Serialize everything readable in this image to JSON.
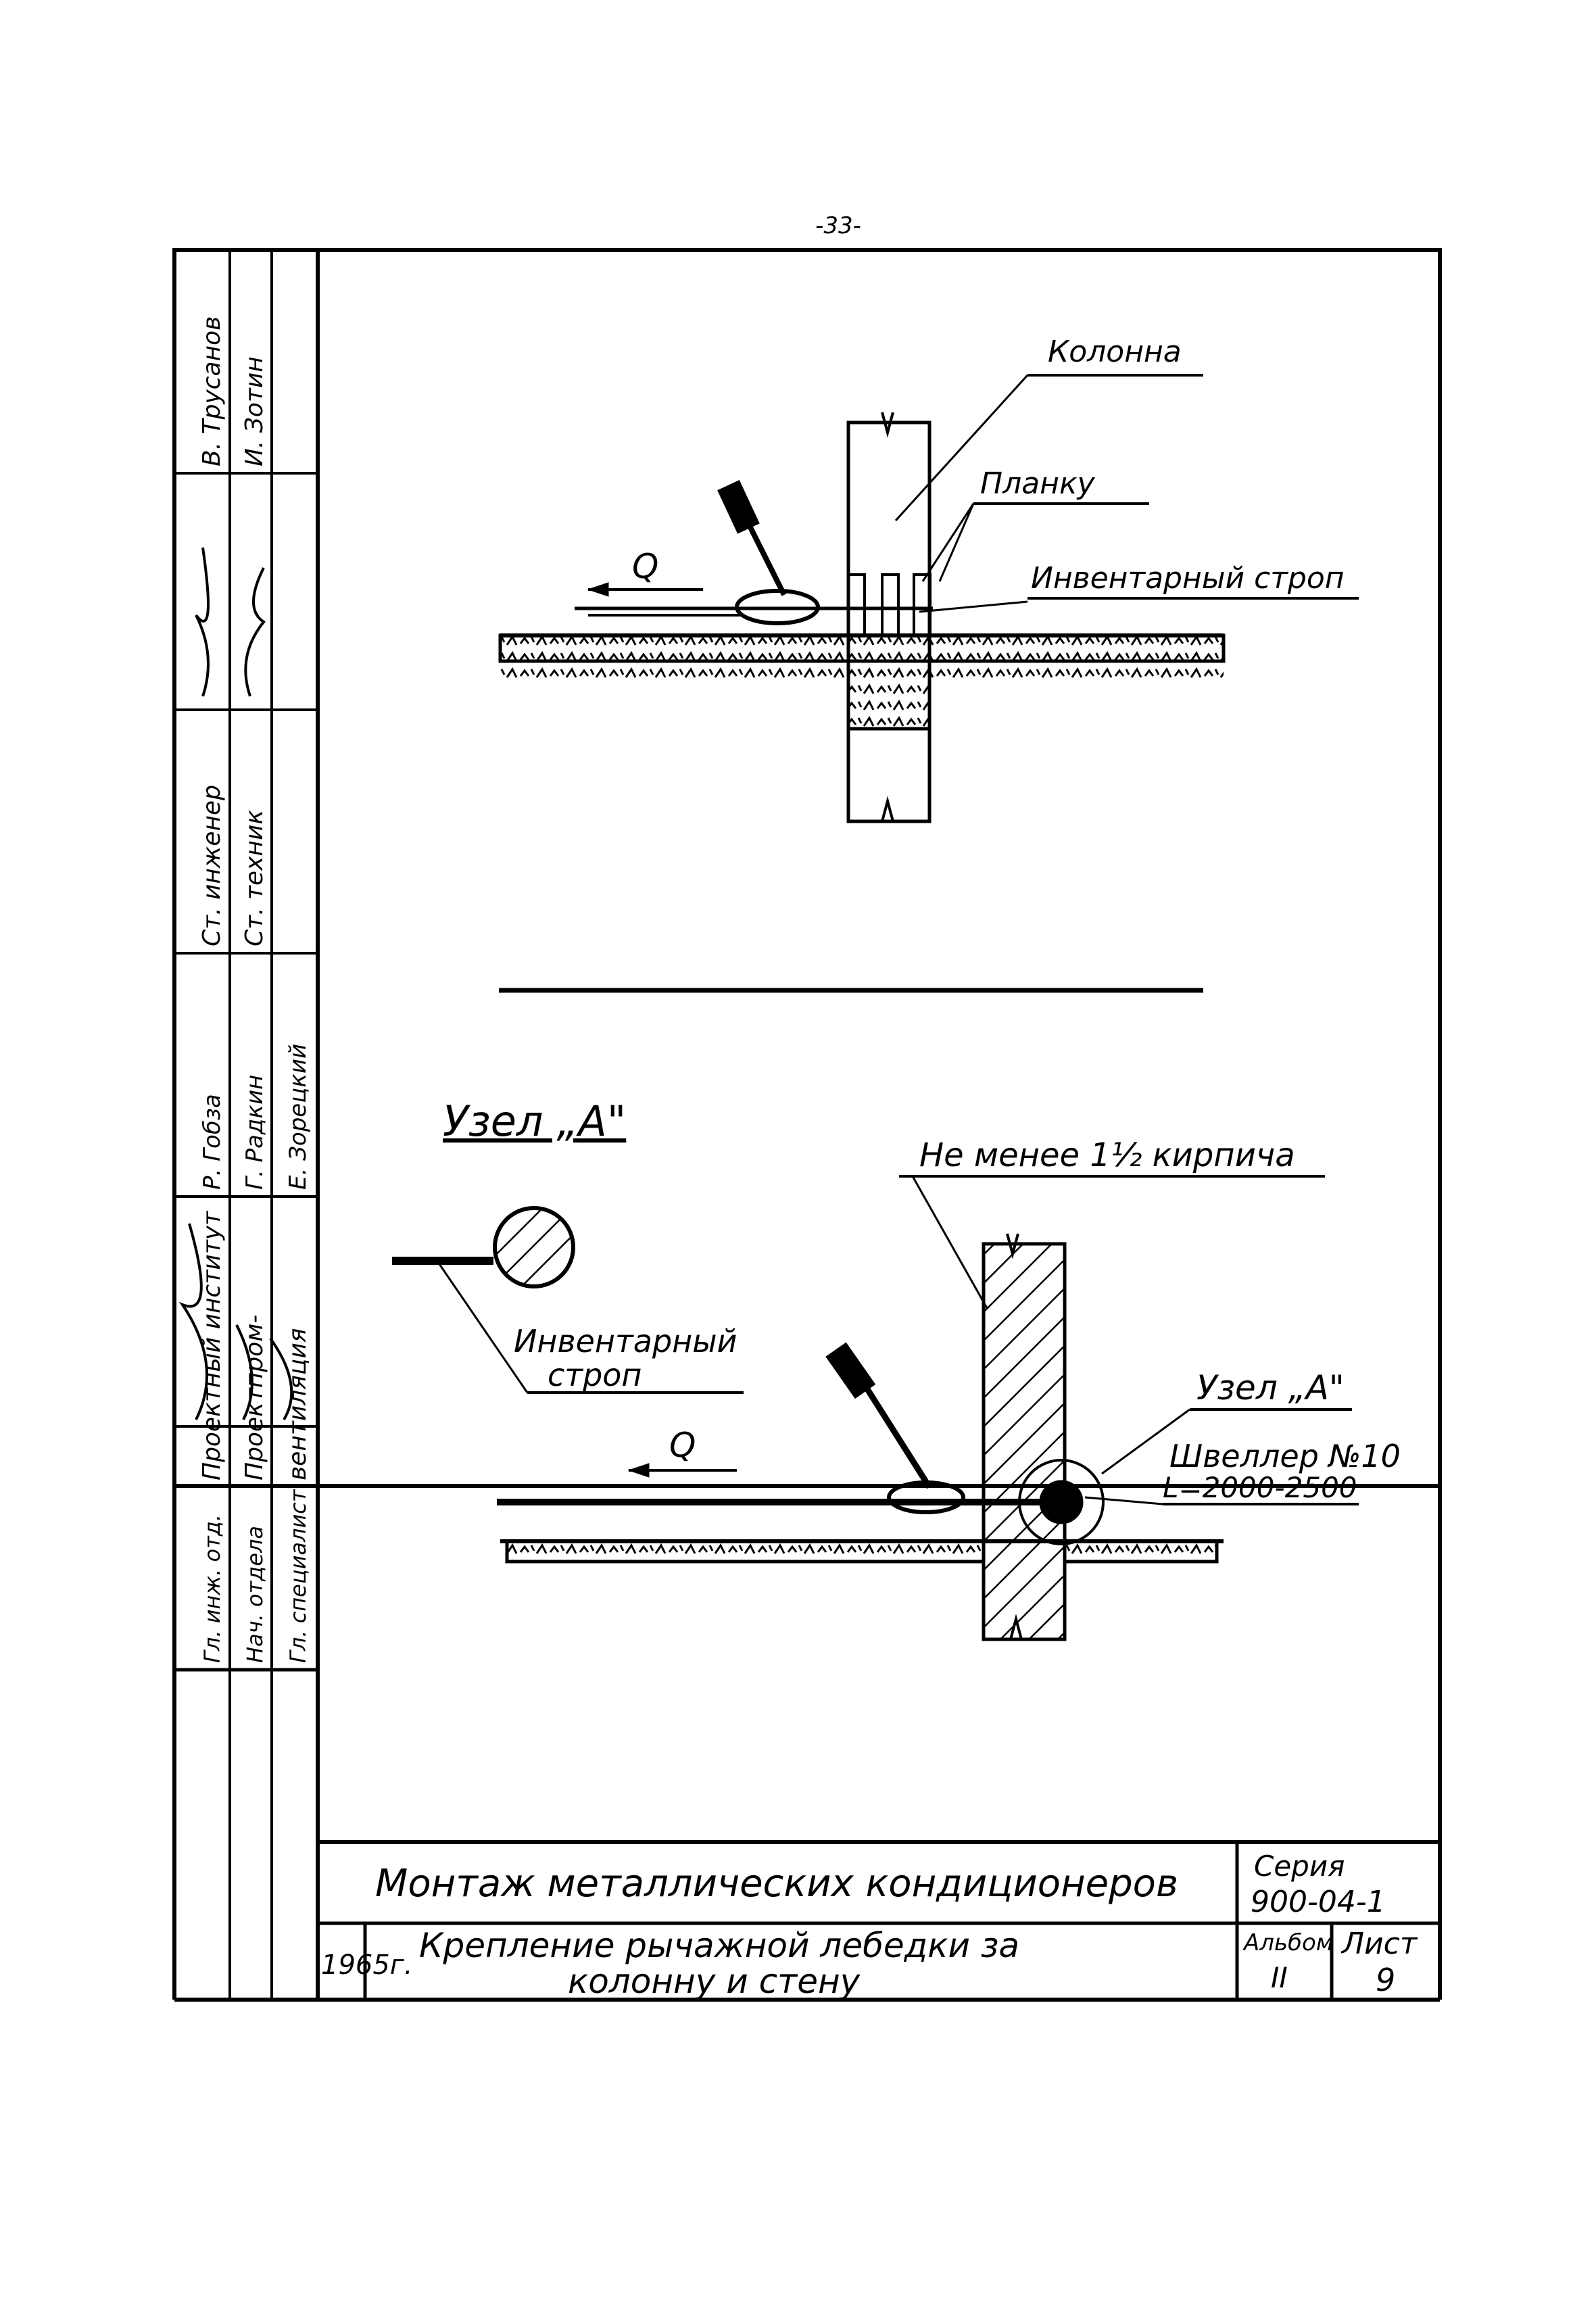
{
  "page_number": "-33-",
  "diagram_top": {
    "label_column": "Колонна",
    "label_plates": "Планку",
    "label_sling": "Инвентарный строп",
    "label_force": "Q"
  },
  "diagram_bottom": {
    "node_title": "Узел „А\"",
    "label_wall": "Не менее 1½ кирпича",
    "label_node_ref": "Узел „А\"",
    "label_channel": "Швеллер №10",
    "label_length": "L=2000-2500",
    "label_sling_line1": "Инвентарный",
    "label_sling_line2": "строп",
    "label_force": "Q"
  },
  "side_stamp": {
    "row1": [
      "В. Трусанов",
      "И. Зотин"
    ],
    "row3": [
      "Ст. инженер",
      "Ст. техник"
    ],
    "row4": [
      "Р. Гобза",
      "Г. Радкин",
      "Е. Зорецкий"
    ],
    "row5": [
      "Гл. инж. отд.",
      "Нач. отдела",
      "Гл. специалист"
    ],
    "org_line1": "Проектный институт",
    "org_line2": "Проектпром-",
    "org_line3": "вентиляция"
  },
  "title_block": {
    "title": "Монтаж металлических кондиционеров",
    "series_label": "Серия",
    "series_value": "900-04-1",
    "year": "1965г.",
    "drawing_title_line1": "Крепление рычажной лебедки за",
    "drawing_title_line2": "колонну и стену",
    "album_label": "Альбом",
    "album_value": "II",
    "sheet_label": "Лист",
    "sheet_value": "9"
  }
}
